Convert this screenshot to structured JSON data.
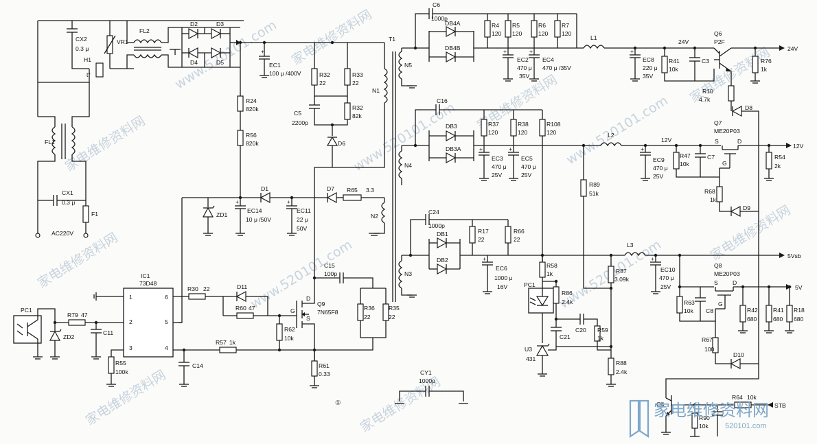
{
  "labels": {
    "cx2": "CX2",
    "cx2_val": "0.3 μ",
    "vr1": "VR1",
    "h1": "H1",
    "h1_t": "t°",
    "fl2": "FL2",
    "d2": "D2",
    "d3": "D3",
    "d4": "D4",
    "d5": "D5",
    "fl1": "FL1",
    "cx1": "CX1",
    "cx1_val": "0.3 μ",
    "f1": "F1",
    "ac": "AC220V",
    "ec1": "EC1",
    "ec1_val": "100 μ /400V",
    "r24": "R24",
    "r24_val": "820k",
    "r56": "R56",
    "r56_val": "820k",
    "r32a": "R32",
    "r32a_val": "22",
    "r33": "R33",
    "r33_val": "22",
    "c5": "C5",
    "c5_val": "2200p",
    "r32b": "R32",
    "r32b_val": "82k",
    "d6": "D6",
    "t1": "T1",
    "n1": "N1",
    "n2": "N2",
    "n3": "N3",
    "n4": "N4",
    "n5": "N5",
    "d1": "D1",
    "d7": "D7",
    "r65": "R65",
    "r65_val": "3.3",
    "zd1": "ZD1",
    "ec14": "EC14",
    "ec14_val": "10 μ /50V",
    "ec11": "EC11",
    "ec11_val": "22 μ",
    "ec11_v": "50V",
    "ic1": "IC1",
    "ic1_part": "73D48",
    "p1": "1",
    "p2": "2",
    "p3": "3",
    "p4": "4",
    "p5": "5",
    "p6": "6",
    "pc1": "PC1",
    "r79": "R79",
    "r79_val": "47",
    "zd2": "ZD2",
    "c11": "C11",
    "r55": "R55",
    "r55_val": "100k",
    "r30": "R30",
    "r30_val": "22",
    "d11": "D11",
    "r60": "R60",
    "r60_val": "47",
    "r62": "R62",
    "r62_val": "10k",
    "r57": "R57",
    "r57_val": "1k",
    "c14": "C14",
    "q9": "Q9",
    "q9_part": "7N65F8",
    "g": "G",
    "d": "D",
    "s": "S",
    "c15": "C15",
    "c15_val": "100p",
    "r36": "R36",
    "r36_val": "22",
    "r35": "R35",
    "r35_val": "22",
    "r61": "R61",
    "r61_val": "0.33",
    "circle1": "①",
    "cy1": "CY1",
    "cy1_val": "1000p",
    "c6": "C6",
    "c6_val": "1000p",
    "db4a": "DB4A",
    "db4b": "DB4B",
    "r4": "R4",
    "r4_val": "120",
    "r5": "R5",
    "r5_val": "120",
    "r6": "R6",
    "r6_val": "120",
    "r7": "R7",
    "r7_val": "120",
    "ec2": "EC2",
    "ec2_val": "470 μ",
    "ec2_v": "35V",
    "ec4": "EC4",
    "ec4_val": "470 μ /35V",
    "l1": "L1",
    "v24": "24V",
    "ec8": "EC8",
    "ec8_val": "220 μ",
    "ec8_v": "35V",
    "r41a": "R41",
    "r41a_val": "10k",
    "c3": "C3",
    "q6": "Q6",
    "q6_part": "P2F",
    "r76": "R76",
    "r76_val": "1k",
    "out24": "24V",
    "r10": "R10",
    "r10_val": "4.7k",
    "d8": "D8",
    "c16": "C16",
    "db3": "DB3",
    "db3a": "DB3A",
    "r37": "R37",
    "r37_val": "120",
    "r38": "R38",
    "r38_val": "120",
    "r108": "R108",
    "r108_val": "120",
    "ec3": "EC3",
    "ec3_val": "470 μ",
    "ec3_v": "25V",
    "ec5": "EC5",
    "ec5_val": "470 μ",
    "ec5_v": "25V",
    "l2": "L2",
    "v12": "12V",
    "ec9": "EC9",
    "ec9_val": "470 μ",
    "ec9_v": "25V",
    "r47": "R47",
    "r47_val": "10k",
    "c7": "C7",
    "q7": "Q7",
    "q7_part": "ME20P03",
    "r54": "R54",
    "r54_val": "2k",
    "out12": "12V",
    "r89": "R89",
    "r89_val": "51k",
    "r68": "R68",
    "r68_val": "1k",
    "d9": "D9",
    "c24": "C24",
    "c24_val": "1000p",
    "db1": "DB1",
    "db2": "DB2",
    "r17": "R17",
    "r17_val": "22",
    "r66": "R66",
    "r66_val": "22",
    "ec6": "EC6",
    "ec6_val": "1000 μ",
    "ec6_v": "16V",
    "l3": "L3",
    "out5vsb": "5Vsb",
    "r58": "R58",
    "r58_val": "1k",
    "pc1b": "PC1",
    "r86": "R86",
    "r86_val": "2.4k",
    "r87": "R87",
    "r87_val": "3.09k",
    "ec10": "EC10",
    "ec10_val": "470 μ",
    "ec10_v": "25V",
    "c21": "C21",
    "c20": "C20",
    "r59": "R59",
    "r59_val": "1k",
    "u3": "U3",
    "u3_part": "431",
    "r88": "R88",
    "r88_val": "2.4k",
    "q8": "Q8",
    "q8_part": "ME20P03",
    "out5": "5V",
    "r63": "R63",
    "r63_val": "10k",
    "c8": "C8",
    "r42": "R42",
    "r42_val": "680",
    "r41b": "R41",
    "r41b_val": "680",
    "r18": "R18",
    "r18_val": "680",
    "r67": "R67",
    "r67_val": "100",
    "d10": "D10",
    "q4": "Q4",
    "r64": "R64",
    "r64_val": "10k",
    "stb": "STB",
    "r90": "R90",
    "r90_val": "10k"
  },
  "watermark": {
    "text_cn": "家电维修资料网",
    "text_url": "www.520101.com",
    "logo_cn": "家电维修资料网",
    "logo_url": "520101.com",
    "color": "#7ea7c9"
  }
}
